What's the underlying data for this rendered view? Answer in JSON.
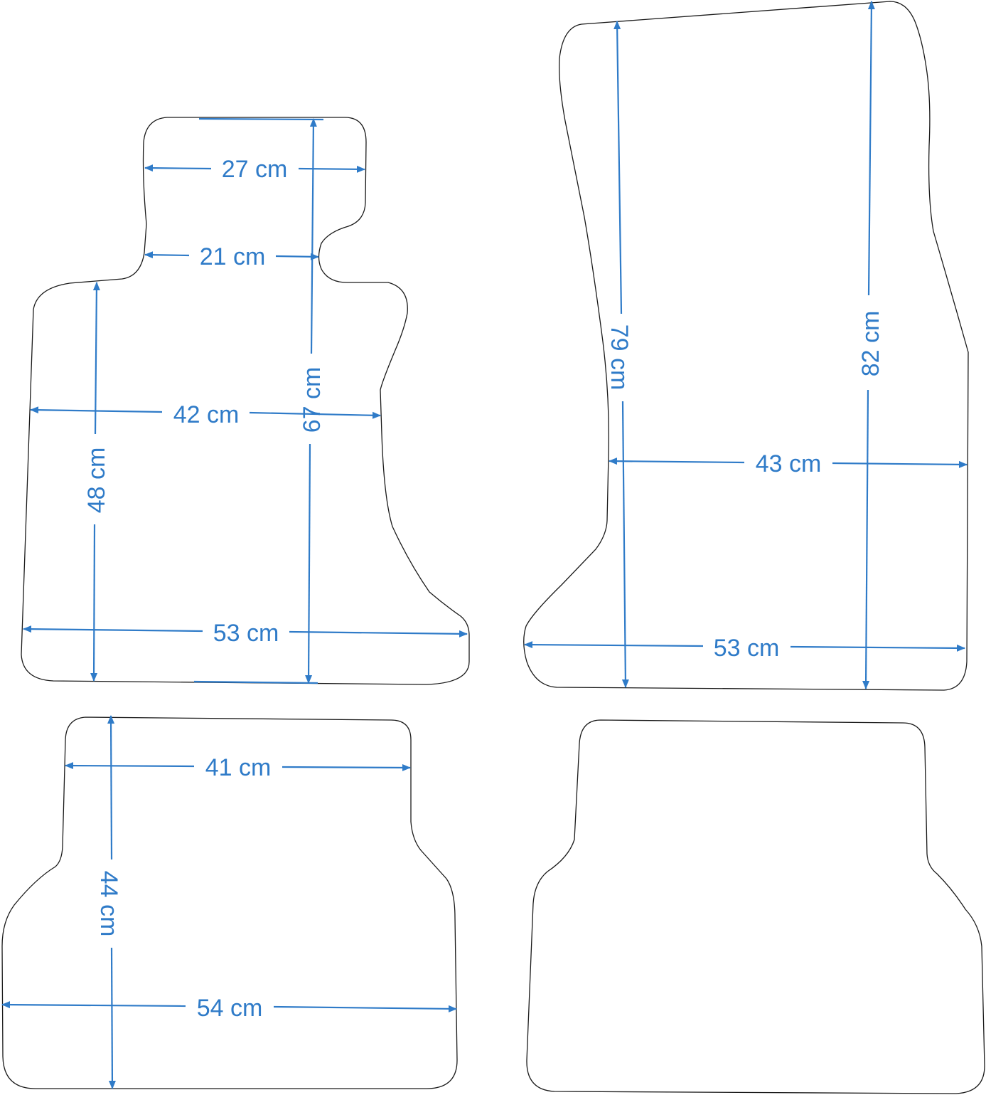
{
  "colors": {
    "dimension": "#2f7bc8",
    "outline": "#1a1a1a",
    "background": "#ffffff"
  },
  "mats": {
    "front_left": {
      "dimensions": {
        "top_width": "27 cm",
        "neck_width": "21 cm",
        "mid_width": "42 cm",
        "bottom_width": "53 cm",
        "total_length": "67 cm",
        "lower_length": "48 cm"
      }
    },
    "front_right": {
      "dimensions": {
        "left_length": "79 cm",
        "right_length": "82 cm",
        "mid_width": "43 cm",
        "bottom_width": "53 cm"
      }
    },
    "rear_left": {
      "dimensions": {
        "top_width": "41 cm",
        "length": "44 cm",
        "bottom_width": "54 cm"
      }
    },
    "rear_right": {
      "dimensions": {}
    }
  }
}
